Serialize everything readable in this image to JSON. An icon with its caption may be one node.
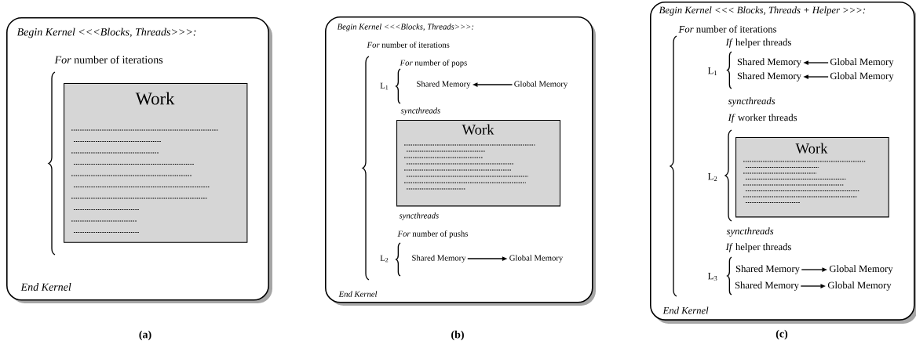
{
  "diagram": {
    "nodes": [
      {
        "text": [
          "Begin Kernel <<<Blocks, Threads>>>:",
          "*For* number of iterations",
          "End Kernel"
        ],
        "beside": [
          "(a)"
        ]
      },
      {
        "text": [
          "Work"
        ],
        "in": 0
      },
      {
        "text": [
          "Begin Kernel <<<Blocks, Threads>>>:",
          "*For* number of iterations",
          "*For* number of pops",
          "L$_{1}$",
          "syncthreads",
          "syncthreads",
          "*For* number of pushs",
          "L$_{2}$",
          "End Kernel"
        ],
        "beside": [
          "(b)"
        ]
      },
      {
        "text": [
          "Shared Memory"
        ],
        "in": 2
      },
      {
        "text": [
          "Global Memory"
        ],
        "in": 2
      },
      {
        "text": [
          "Work"
        ],
        "in": 2
      },
      {
        "text": [
          "Shared Memory"
        ],
        "in": 2
      },
      {
        "text": [
          "Global Memory"
        ],
        "in": 2
      },
      {
        "text": [
          "Begin Kernel <<< Blocks, Threads + Helper >>>:",
          "*For* number of iterations",
          "*If* helper threads",
          "L$_{1}$",
          "syncthreads",
          "*If* worker threads",
          "L$_{2}$",
          "syncthreads",
          "*If* helper threads",
          "L$_{3}$",
          "End Kernel"
        ],
        "beside": [
          "(c)"
        ]
      },
      {
        "text": [
          "Shared Memory"
        ],
        "in": 8
      },
      {
        "text": [
          "Global Memory"
        ],
        "in": 8
      },
      {
        "text": [
          "Shared Memory"
        ],
        "in": 8
      },
      {
        "text": [
          "Global Memory"
        ],
        "in": 8
      },
      {
        "text": [
          "Work"
        ],
        "in": 8
      },
      {
        "text": [
          "Shared Memory"
        ],
        "in": 8
      },
      {
        "text": [
          "Global Memory"
        ],
        "in": 8
      },
      {
        "text": [
          "Shared Memory"
        ],
        "in": 8
      },
      {
        "text": [
          "Global Memory"
        ],
        "in": 8
      }
    ],
    "edges": [
      {
        "from": 4,
        "to": 3,
        "arrow": "to"
      },
      {
        "from": 6,
        "to": 7,
        "arrow": "to"
      },
      {
        "from": 10,
        "to": 9,
        "arrow": "to"
      },
      {
        "from": 12,
        "to": 11,
        "arrow": "to"
      },
      {
        "from": 14,
        "to": 15,
        "arrow": "to"
      },
      {
        "from": 16,
        "to": 17,
        "arrow": "to"
      }
    ]
  }
}
